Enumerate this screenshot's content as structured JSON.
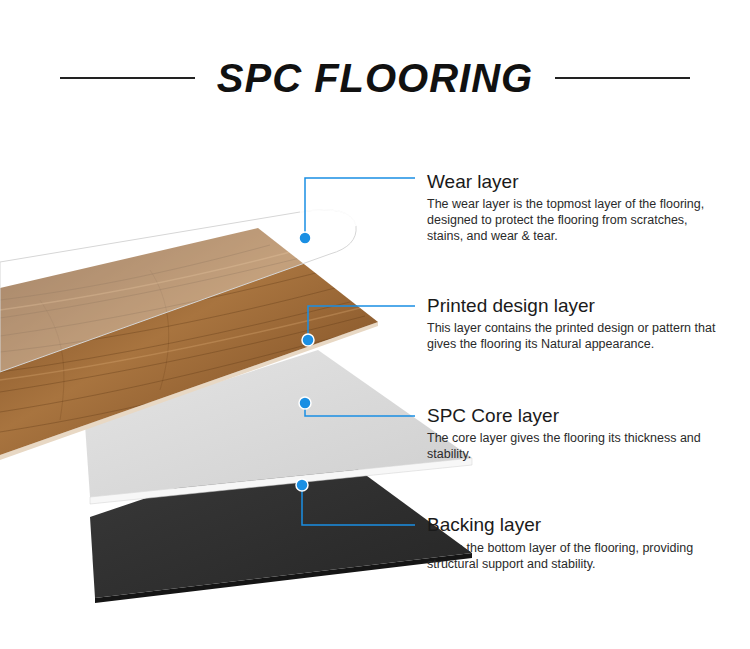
{
  "diagram": {
    "title": "SPC FLOORING",
    "labels": [
      "Wear layer",
      "The wear layer is the topmost layer of the flooring, designed to protect the flooring from scratches, stains, and wear & tear.",
      "Printed design layer",
      "This layer contains the printed design or pattern that gives the flooring its Natural appearance.",
      "SPC Core layer",
      "The core layer gives the flooring its thickness and stability.",
      "Backing layer",
      "This is the bottom layer of the flooring, providing structural support and stability."
    ]
  }
}
